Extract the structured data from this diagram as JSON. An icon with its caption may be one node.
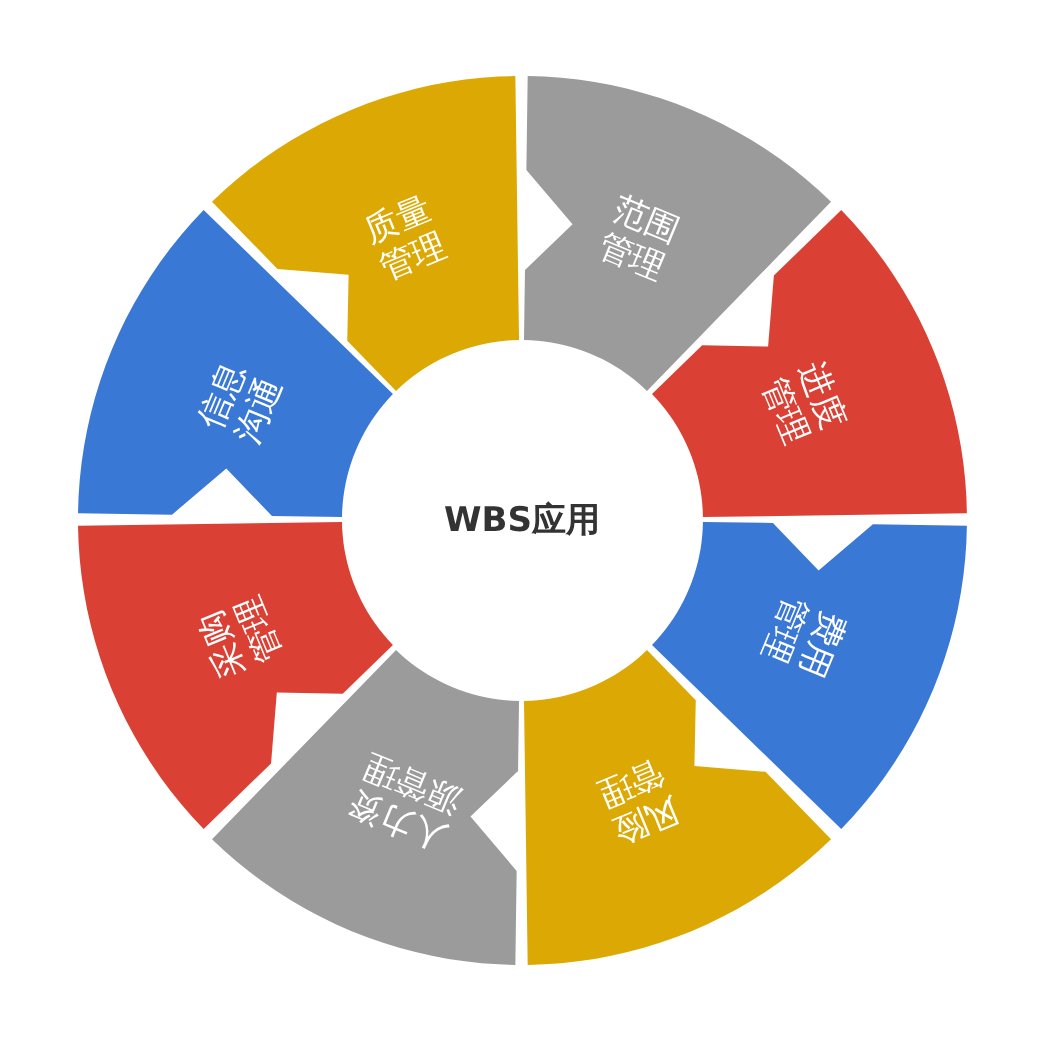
{
  "diagram": {
    "nodes": [
      {
        "text": [
          "WBS应用"
        ]
      },
      {
        "text": [
          "范围管理"
        ]
      },
      {
        "text": [
          "进度管理"
        ]
      },
      {
        "text": [
          "费用管理"
        ]
      },
      {
        "text": [
          "风险管理"
        ]
      },
      {
        "text": [
          "人力资源管理"
        ]
      },
      {
        "text": [
          "采购管理"
        ]
      },
      {
        "text": [
          "信息沟通"
        ]
      },
      {
        "text": [
          "质量管理"
        ]
      }
    ]
  }
}
